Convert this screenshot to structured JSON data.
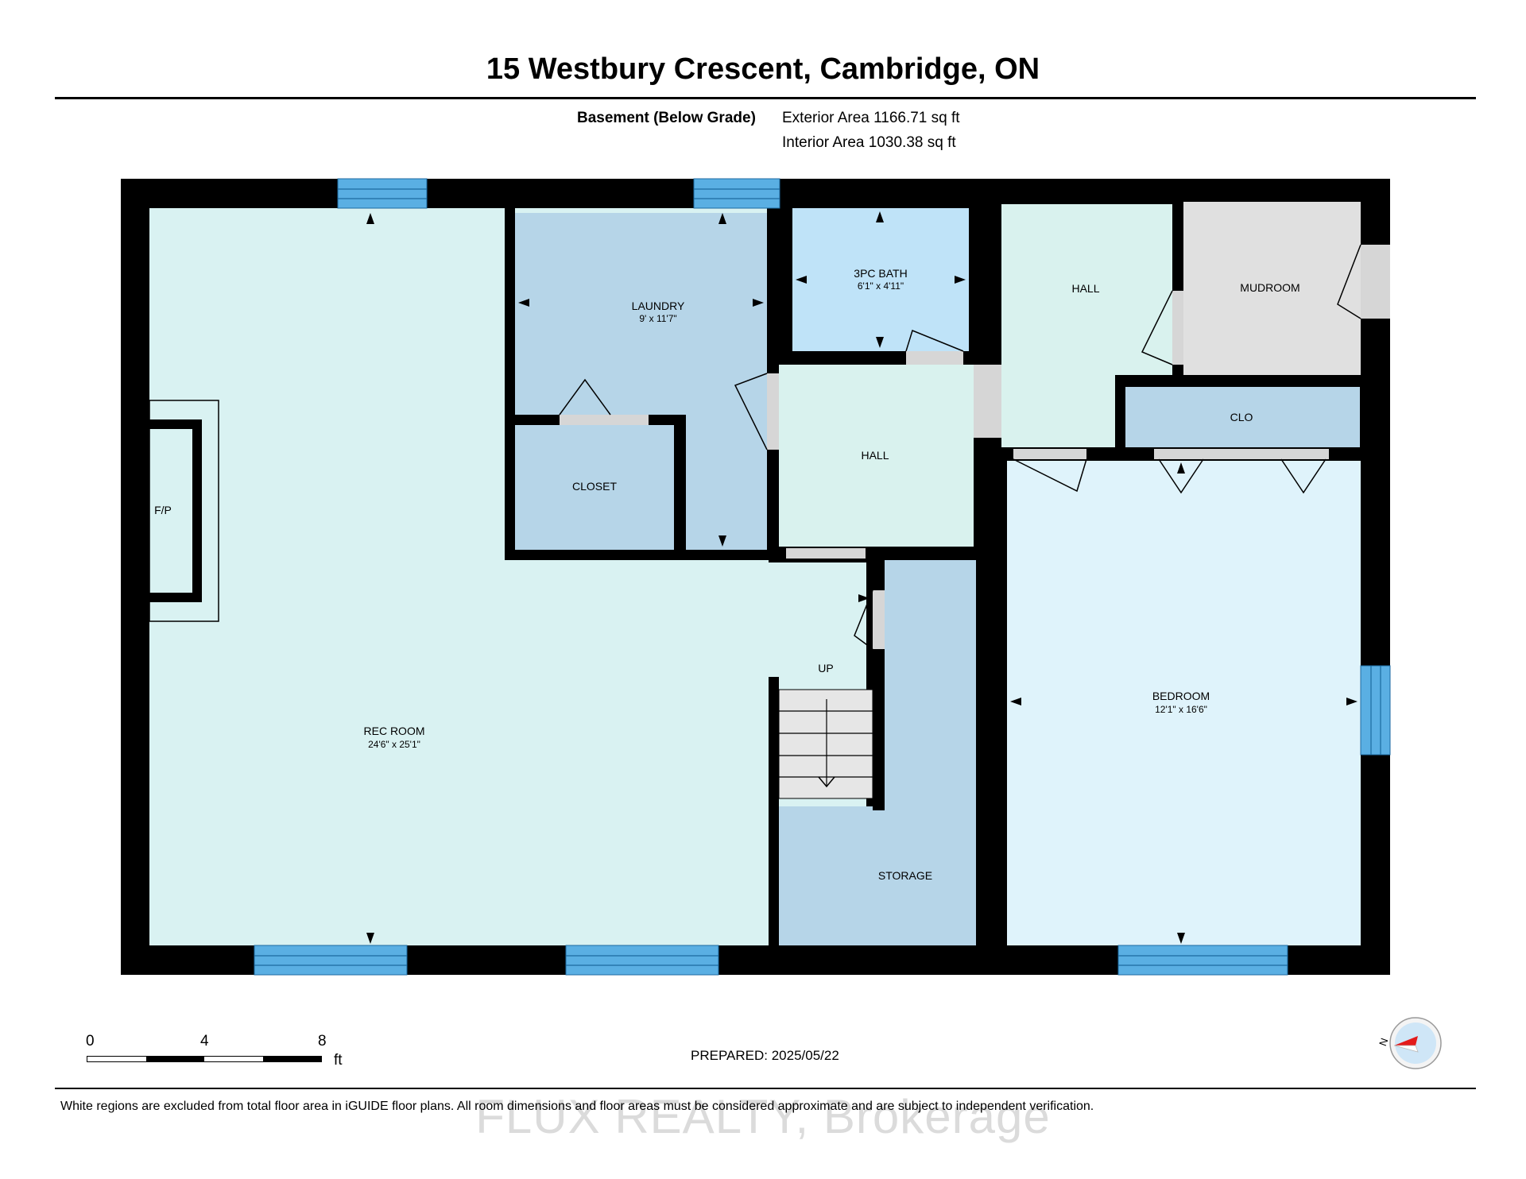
{
  "header": {
    "title": "15 Westbury Crescent, Cambridge, ON",
    "level_label": "Basement (Below Grade)",
    "exterior_area": "Exterior Area 1166.71 sq ft",
    "interior_area": "Interior Area 1030.38 sq ft"
  },
  "rooms": {
    "rec_room": {
      "name": "REC ROOM",
      "dims": "24'6\" x 25'1\""
    },
    "laundry": {
      "name": "LAUNDRY",
      "dims": "9' x 11'7\""
    },
    "bath": {
      "name": "3PC BATH",
      "dims": "6'1\" x 4'11\""
    },
    "hall_top": {
      "name": "HALL"
    },
    "mudroom": {
      "name": "MUDROOM"
    },
    "clo": {
      "name": "CLO"
    },
    "closet": {
      "name": "CLOSET"
    },
    "hall_center": {
      "name": "HALL"
    },
    "fireplace": {
      "name": "F/P"
    },
    "stairs": {
      "name": "UP"
    },
    "storage": {
      "name": "STORAGE"
    },
    "bedroom": {
      "name": "BEDROOM",
      "dims": "12'1\" x 16'6\""
    }
  },
  "colors": {
    "rec_room": "#d9f2f2",
    "laundry": "#b6d5e8",
    "bath": "#bfe3f8",
    "hall": "#d9f2ee",
    "mudroom": "#e0e0e0",
    "storage": "#b6d5e8",
    "bedroom": "#dff3fb",
    "wall": "#000000",
    "window": "#5aafe3",
    "door": "#d6d6d6",
    "stairs": "#e6e6e6"
  },
  "scale_bar": {
    "labels": [
      "0",
      "4",
      "8"
    ],
    "unit": "ft"
  },
  "footer": {
    "prepared": "PREPARED: 2025/05/22",
    "disclaimer": "White regions are excluded from total floor area in iGUIDE floor plans. All room dimensions and floor areas must be considered approximate and are subject to independent verification.",
    "watermark": "FLUX REALTY, Brokerage"
  },
  "compass": {
    "label": "N",
    "icon": "compass-icon"
  }
}
